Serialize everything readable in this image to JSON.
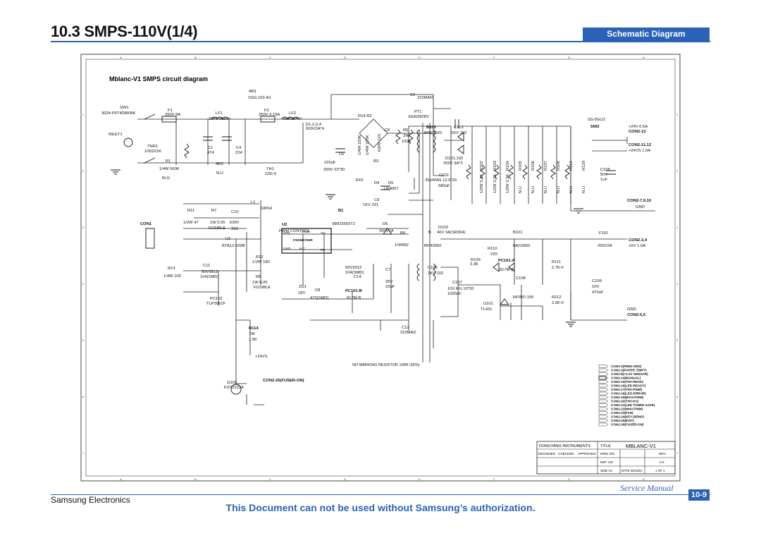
{
  "header": {
    "title": "10.3  SMPS-110V(1/4)",
    "badge": "Schematic Diagram"
  },
  "schematic": {
    "title": "Mblanc-V1 SMPS circuit diagram",
    "no_marking_note": "NO MARKING RESISTOR 1/8W-J(5%)",
    "border_columns": [
      "A",
      "B",
      "C",
      "D",
      "E",
      "F",
      "G",
      "H"
    ],
    "border_rows": [
      "1",
      "2",
      "3",
      "4",
      "5",
      "6",
      "7"
    ],
    "components": [
      {
        "id": "ar1",
        "text": "AR1"
      },
      {
        "id": "ssg",
        "text": "SSG-102-A1"
      },
      {
        "id": "sw1",
        "text": "SW1"
      },
      {
        "id": "sw1p",
        "text": "3024-P5T4DBKBK"
      },
      {
        "id": "f1",
        "text": "F1"
      },
      {
        "id": "f1v",
        "text": "250V 8A"
      },
      {
        "id": "inlet1",
        "text": "INLET1"
      },
      {
        "id": "lf1",
        "text": "LF1"
      },
      {
        "id": "lf1v",
        "text": "SWT-0610V"
      },
      {
        "id": "f2",
        "text": "F2"
      },
      {
        "id": "f2v",
        "text": "250V 3.15A"
      },
      {
        "id": "lf2",
        "text": "LF2"
      },
      {
        "id": "lf2v",
        "text": "SW0504V"
      },
      {
        "id": "d1234",
        "text": "D1,2,3,4"
      },
      {
        "id": "d1234v",
        "text": "600V2A*4"
      },
      {
        "id": "r14",
        "text": "R14  R2"
      },
      {
        "id": "c2",
        "text": "C2"
      },
      {
        "id": "c2v",
        "text": "222MAD"
      },
      {
        "id": "pt1",
        "text": "PT1"
      },
      {
        "id": "pt1v",
        "text": "EER2828V"
      },
      {
        "id": "tnr1",
        "text": "TNR1"
      },
      {
        "id": "tnr1v",
        "text": "10D221K"
      },
      {
        "id": "c1",
        "text": "C1"
      },
      {
        "id": "c1v",
        "text": "474"
      },
      {
        "id": "c4",
        "text": "C4"
      },
      {
        "id": "c4v",
        "text": "224"
      },
      {
        "id": "r1",
        "text": "R1"
      },
      {
        "id": "r1v",
        "text": "1/4W 560K"
      },
      {
        "id": "ar2",
        "text": "AR2"
      },
      {
        "id": "nu",
        "text": "N.U"
      },
      {
        "id": "mg",
        "text": "M,G"
      },
      {
        "id": "th1",
        "text": "TH1"
      },
      {
        "id": "th1v",
        "text": "10D-9"
      },
      {
        "id": "c5",
        "text": "C5"
      },
      {
        "id": "c5v",
        "text": "220uF"
      },
      {
        "id": "c5v2",
        "text": "200V 22*30"
      },
      {
        "id": "c6",
        "text": "C6"
      },
      {
        "id": "c6v",
        "text": "630V 123"
      },
      {
        "id": "r5",
        "text": "R5"
      },
      {
        "id": "r5v",
        "text": "2W"
      },
      {
        "id": "r5v2",
        "text": "100K"
      },
      {
        "id": "r3",
        "text": "R3"
      },
      {
        "id": "r15",
        "text": "R15"
      },
      {
        "id": "r4",
        "text": "R4"
      },
      {
        "id": "d5",
        "text": "D5"
      },
      {
        "id": "d5v",
        "text": "UF4007"
      },
      {
        "id": "r14v",
        "text": "1/4W 220K"
      },
      {
        "id": "r2v",
        "text": "1/4W 220K"
      },
      {
        "id": "c9",
        "text": "C9"
      },
      {
        "id": "c9v",
        "text": "1KV 221"
      },
      {
        "id": "l1",
        "text": "L1"
      },
      {
        "id": "l1v",
        "text": "18PHI"
      },
      {
        "id": "r11",
        "text": "R11"
      },
      {
        "id": "r11v",
        "text": "1/2W 47"
      },
      {
        "id": "r7",
        "text": "R7"
      },
      {
        "id": "r7v",
        "text": "1W 0.05"
      },
      {
        "id": "r7v2",
        "text": "FUSIBLE"
      },
      {
        "id": "c10",
        "text": "C10"
      },
      {
        "id": "c10v",
        "text": "630V"
      },
      {
        "id": "c10v2",
        "text": "333"
      },
      {
        "id": "con1",
        "text": "CON1"
      },
      {
        "id": "u1",
        "text": "U1"
      },
      {
        "id": "u1v",
        "text": "BTA12-600B"
      },
      {
        "id": "u2",
        "text": "U2"
      },
      {
        "id": "u2v",
        "text": "PWM CONTROL"
      },
      {
        "id": "b1",
        "text": "B1"
      },
      {
        "id": "b1v",
        "text": "BRD3550T2"
      },
      {
        "id": "d6",
        "text": "D6"
      },
      {
        "id": "r6",
        "text": "R6"
      },
      {
        "id": "d6v",
        "text": "200V1A"
      },
      {
        "id": "r6v",
        "text": "1/4W82"
      },
      {
        "id": "r12",
        "text": "R12"
      },
      {
        "id": "r12v",
        "text": "1/2W 180"
      },
      {
        "id": "r13",
        "text": "R13"
      },
      {
        "id": "r13v",
        "text": "1/4W 100"
      },
      {
        "id": "c11",
        "text": "C11"
      },
      {
        "id": "c11v",
        "text": "50V2812"
      },
      {
        "id": "c11v2",
        "text": "104(SMD)"
      },
      {
        "id": "r8",
        "text": "R8"
      },
      {
        "id": "r8v",
        "text": "1W 0.05"
      },
      {
        "id": "r8v2",
        "text": "FUSIBLE"
      },
      {
        "id": "pc102",
        "text": "PC102"
      },
      {
        "id": "pc102v",
        "text": "TLP3061F"
      },
      {
        "id": "zd1",
        "text": "ZD1"
      },
      {
        "id": "zd1v",
        "text": "18V"
      },
      {
        "id": "c8",
        "text": "C8"
      },
      {
        "id": "c8v",
        "text": "473(SMD)"
      },
      {
        "id": "c14",
        "text": "C14"
      },
      {
        "id": "c14v",
        "text": "50V2012"
      },
      {
        "id": "c14v2",
        "text": "104(SMD)"
      },
      {
        "id": "pc101b",
        "text": "PC101-B"
      },
      {
        "id": "pc101bv",
        "text": "817M-B"
      },
      {
        "id": "c7",
        "text": "C7"
      },
      {
        "id": "c7v",
        "text": "35V"
      },
      {
        "id": "c7v2",
        "text": "22uF"
      },
      {
        "id": "c12",
        "text": "C12"
      },
      {
        "id": "c12v",
        "text": "222MAD"
      },
      {
        "id": "r114",
        "text": "R114"
      },
      {
        "id": "r114v",
        "text": "1W"
      },
      {
        "id": "r114v2",
        "text": "1.5K"
      },
      {
        "id": "q102",
        "text": "Q102"
      },
      {
        "id": "q102v",
        "text": "KST2222A"
      },
      {
        "id": "v24s",
        "text": "+24VS"
      },
      {
        "id": "b102",
        "text": "B102"
      },
      {
        "id": "b102v",
        "text": "BRS3550"
      },
      {
        "id": "c101",
        "text": "C101"
      },
      {
        "id": "c101v",
        "text": "1KV 102"
      },
      {
        "id": "d101",
        "text": "D101,102"
      },
      {
        "id": "d101v",
        "text": "200V 3A*2"
      },
      {
        "id": "c102",
        "text": "C102"
      },
      {
        "id": "c102v",
        "text": "35VKMG 12.5*20"
      },
      {
        "id": "c102v2",
        "text": "680uF"
      },
      {
        "id": "r102",
        "text": "R102"
      },
      {
        "id": "r103",
        "text": "R103"
      },
      {
        "id": "r104",
        "text": "R104"
      },
      {
        "id": "r105",
        "text": "R105"
      },
      {
        "id": "r106",
        "text": "R106"
      },
      {
        "id": "r107",
        "text": "R107"
      },
      {
        "id": "r108",
        "text": "R108"
      },
      {
        "id": "r113",
        "text": "R113"
      },
      {
        "id": "r129",
        "text": "R129"
      },
      {
        "id": "r102v",
        "text": "1/2W 3.3K"
      },
      {
        "id": "r103v",
        "text": "1/2W 3.3K"
      },
      {
        "id": "r104v",
        "text": "1/2W 3.3K"
      },
      {
        "id": "nu105",
        "text": "N.U"
      },
      {
        "id": "nu106",
        "text": "N.U"
      },
      {
        "id": "nu107",
        "text": "N.U"
      },
      {
        "id": "nu108",
        "text": "N.U"
      },
      {
        "id": "nu113",
        "text": "N.U"
      },
      {
        "id": "nu129",
        "text": "N.U"
      },
      {
        "id": "c105",
        "text": "C105"
      },
      {
        "id": "c105v",
        "text": "50V"
      },
      {
        "id": "c105v2",
        "text": "1uF"
      },
      {
        "id": "ss5gld",
        "text": "SS-5GLD"
      },
      {
        "id": "sw2",
        "text": "SW2"
      },
      {
        "id": "v24a",
        "text": "+24V 0.5A"
      },
      {
        "id": "con213",
        "text": "CON2-13"
      },
      {
        "id": "con21112",
        "text": "CON2-11,12"
      },
      {
        "id": "v24vs1a",
        "text": "+24VS 1.0A"
      },
      {
        "id": "con27910",
        "text": "CON2-7,9,10"
      },
      {
        "id": "gnd1",
        "text": "GND"
      },
      {
        "id": "d103",
        "text": "D103"
      },
      {
        "id": "d103v",
        "text": "40V 3A(SR304)"
      },
      {
        "id": "b",
        "text": "B"
      },
      {
        "id": "bfr",
        "text": "BFR5050"
      },
      {
        "id": "b101",
        "text": "B101"
      },
      {
        "id": "b101v",
        "text": "BAS3565"
      },
      {
        "id": "f101",
        "text": "F101"
      },
      {
        "id": "f101v",
        "text": "250V2A"
      },
      {
        "id": "con234",
        "text": "CON2-3,4"
      },
      {
        "id": "v5",
        "text": "+5V 1.0A"
      },
      {
        "id": "r110",
        "text": "R110"
      },
      {
        "id": "r110v",
        "text": "220"
      },
      {
        "id": "r109",
        "text": "R109"
      },
      {
        "id": "r109v",
        "text": "3.3K"
      },
      {
        "id": "pc101a",
        "text": "PC101-A"
      },
      {
        "id": "pc101av",
        "text": "817M-B"
      },
      {
        "id": "r111",
        "text": "R111"
      },
      {
        "id": "r111v",
        "text": "2.7K-F"
      },
      {
        "id": "c106",
        "text": "C106"
      },
      {
        "id": "c106v",
        "text": "1KV 102"
      },
      {
        "id": "c108",
        "text": "C108"
      },
      {
        "id": "c107",
        "text": "C107"
      },
      {
        "id": "c107v",
        "text": "10V RG 10*20"
      },
      {
        "id": "c107v2",
        "text": "1000uF"
      },
      {
        "id": "mono",
        "text": "MONO 105"
      },
      {
        "id": "c109",
        "text": "C109"
      },
      {
        "id": "c109v",
        "text": "10V"
      },
      {
        "id": "c109v2",
        "text": "470uF"
      },
      {
        "id": "r112",
        "text": "R112"
      },
      {
        "id": "r112v",
        "text": "2.6K-F"
      },
      {
        "id": "u101",
        "text": "U101"
      },
      {
        "id": "u101v",
        "text": "TL431"
      },
      {
        "id": "gnd2",
        "text": "GND"
      },
      {
        "id": "con256",
        "text": "CON2-5,6"
      },
      {
        "id": "con226",
        "text": "CON2-26(FUSER-ON)"
      }
    ],
    "ic": {
      "pins": [
        "STR",
        "Drain",
        "Vin",
        "FSDM0765R",
        "GND",
        "N.C",
        "FB",
        "1",
        "2",
        "3",
        "4",
        "5",
        "6",
        "7"
      ],
      "model": "FSDM0765R"
    },
    "con2_list": [
      "CON2-1(FEED-SEN)",
      "CON2-2(PAPER_EMPT)",
      "CON2-8(+3.3V SENSOR)",
      "CON2-14(MANUAL)",
      "CON2-15(THV-READ)",
      "CON2-16(LED-READY)",
      "CON2-17(THV-PWM)",
      "CON2-18(LED-ERROR)",
      "CON2-19(BIAS-PWM)",
      "CON2-20(THV-EA)",
      "CON2-21(LED TONER SAVE)",
      "CON2-22(MHV-PWM)",
      "CON2-23(FAN)",
      "CON2-24(KEY-DEMO)",
      "CON2-25(EXIT)",
      "CON2-26(FUSER-ON)"
    ],
    "title_block": {
      "company": "DONGYANG  INSTRUMENTS",
      "title_label": "TITLE",
      "title_value": "MBLANC-V1",
      "designed": "DESIGNED",
      "checked": "CHECKED",
      "approved": "APPROVED",
      "drw_no": "DRW. NO",
      "rev": "REV.",
      "ref_no": "REF. NO",
      "rev_value": "0.0",
      "size": "SIZE A4",
      "date": "DATE 03/12/01",
      "sheet": "1 OF 1"
    }
  },
  "footer": {
    "company": "Samsung Electronics",
    "service_manual": "Service Manual",
    "page": "10-9",
    "notice": "This Document can not be used without Samsung’s authorization."
  }
}
